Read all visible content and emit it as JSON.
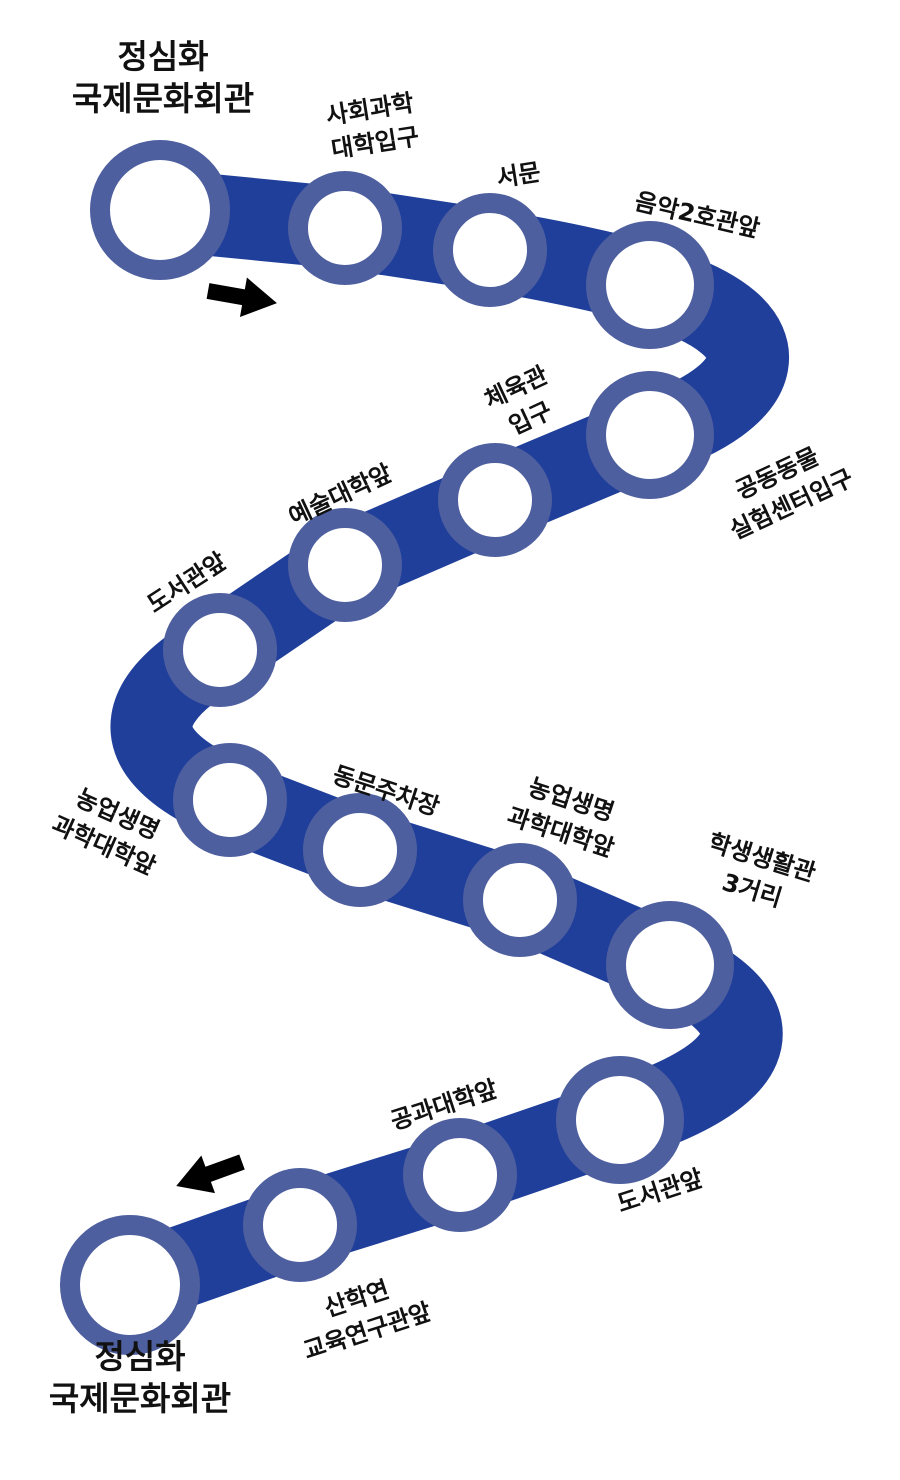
{
  "colors": {
    "route": "#203f9a",
    "stop_ring": "#4e5f9f",
    "stop_fill": "#ffffff",
    "text": "#111111"
  },
  "stops": [
    {
      "name": "정심화 국제문화회관",
      "lines": [
        "정심화",
        "국제문화회관"
      ]
    },
    {
      "name": "사회과학대학입구",
      "lines": [
        "사회과학",
        "대학입구"
      ]
    },
    {
      "name": "서문",
      "lines": [
        "서문"
      ]
    },
    {
      "name": "음악2호관앞",
      "lines": [
        "음악2호관앞"
      ]
    },
    {
      "name": "공동동물실험센터입구",
      "lines": [
        "공동동물",
        "실험센터입구"
      ]
    },
    {
      "name": "체육관입구",
      "lines": [
        "체육관",
        "입구"
      ]
    },
    {
      "name": "예술대학앞",
      "lines": [
        "예술대학앞"
      ]
    },
    {
      "name": "도서관앞",
      "lines": [
        "도서관앞"
      ]
    },
    {
      "name": "농업생명과학대학앞",
      "lines": [
        "농업생명",
        "과학대학앞"
      ]
    },
    {
      "name": "동문주차장",
      "lines": [
        "동문주차장"
      ]
    },
    {
      "name": "농업생명과학대학앞",
      "lines": [
        "농업생명",
        "과학대학앞"
      ]
    },
    {
      "name": "학생생활관3거리",
      "lines": [
        "학생생활관",
        "3거리"
      ]
    },
    {
      "name": "도서관앞",
      "lines": [
        "도서관앞"
      ]
    },
    {
      "name": "공과대학앞",
      "lines": [
        "공과대학앞"
      ]
    },
    {
      "name": "산학연교육연구관앞",
      "lines": [
        "산학연",
        "교육연구관앞"
      ]
    },
    {
      "name": "정심화 국제문화회관",
      "lines": [
        "정심화",
        "국제문화회관"
      ]
    }
  ],
  "arrows": [
    {
      "icon": "arrow-right-icon"
    },
    {
      "icon": "arrow-left-icon"
    }
  ]
}
